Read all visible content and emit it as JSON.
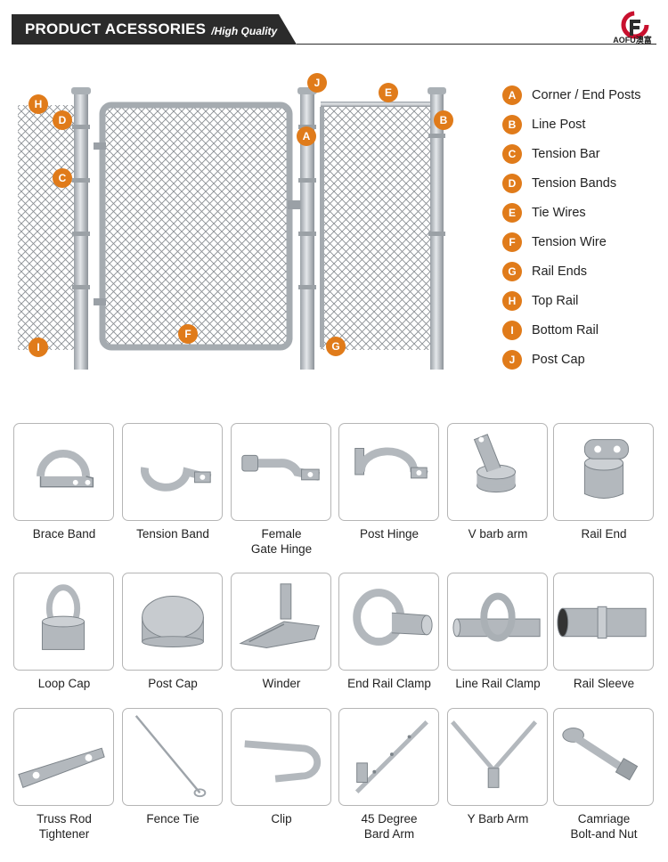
{
  "header": {
    "title": "PRODUCT ACESSORIES",
    "subtitle": "/High Quality",
    "logo_text": "AOFU澳富"
  },
  "legend": [
    {
      "letter": "A",
      "label": "Corner / End Posts"
    },
    {
      "letter": "B",
      "label": "Line Post"
    },
    {
      "letter": "C",
      "label": "Tension Bar"
    },
    {
      "letter": "D",
      "label": "Tension Bands"
    },
    {
      "letter": "E",
      "label": "Tie Wires"
    },
    {
      "letter": "F",
      "label": "Tension Wire"
    },
    {
      "letter": "G",
      "label": "Rail Ends"
    },
    {
      "letter": "H",
      "label": "Top Rail"
    },
    {
      "letter": "I",
      "label": "Bottom Rail"
    },
    {
      "letter": "J",
      "label": "Post Cap"
    }
  ],
  "products": [
    {
      "line1": "Brace Band",
      "line2": "",
      "icon": "brace-band-icon"
    },
    {
      "line1": "Tension Band",
      "line2": "",
      "icon": "tension-band-icon"
    },
    {
      "line1": "Female",
      "line2": "Gate Hinge",
      "icon": "female-gate-hinge-icon"
    },
    {
      "line1": "Post Hinge",
      "line2": "",
      "icon": "post-hinge-icon"
    },
    {
      "line1": "V barb arm",
      "line2": "",
      "icon": "v-barb-arm-icon"
    },
    {
      "line1": "Rail End",
      "line2": "",
      "icon": "rail-end-icon"
    },
    {
      "line1": "Loop Cap",
      "line2": "",
      "icon": "loop-cap-icon"
    },
    {
      "line1": "Post Cap",
      "line2": "",
      "icon": "post-cap-icon"
    },
    {
      "line1": "Winder",
      "line2": "",
      "icon": "winder-icon"
    },
    {
      "line1": "End Rail Clamp",
      "line2": "",
      "icon": "end-rail-clamp-icon"
    },
    {
      "line1": "Line Rail Clamp",
      "line2": "",
      "icon": "line-rail-clamp-icon"
    },
    {
      "line1": "Rail Sleeve",
      "line2": "",
      "icon": "rail-sleeve-icon"
    },
    {
      "line1": "Truss Rod",
      "line2": "Tightener",
      "icon": "truss-rod-tightener-icon"
    },
    {
      "line1": "Fence Tie",
      "line2": "",
      "icon": "fence-tie-icon"
    },
    {
      "line1": "Clip",
      "line2": "",
      "icon": "clip-icon"
    },
    {
      "line1": "45 Degree",
      "line2": "Bard Arm",
      "icon": "45-degree-barb-arm-icon"
    },
    {
      "line1": "Y Barb Arm",
      "line2": "",
      "icon": "y-barb-arm-icon"
    },
    {
      "line1": "Camriage",
      "line2": "Bolt-and Nut",
      "icon": "carriage-bolt-nut-icon"
    }
  ],
  "colors": {
    "accent": "#e07b1a",
    "header_bg": "#2b2b2b",
    "metal": "#b8bcc0"
  }
}
